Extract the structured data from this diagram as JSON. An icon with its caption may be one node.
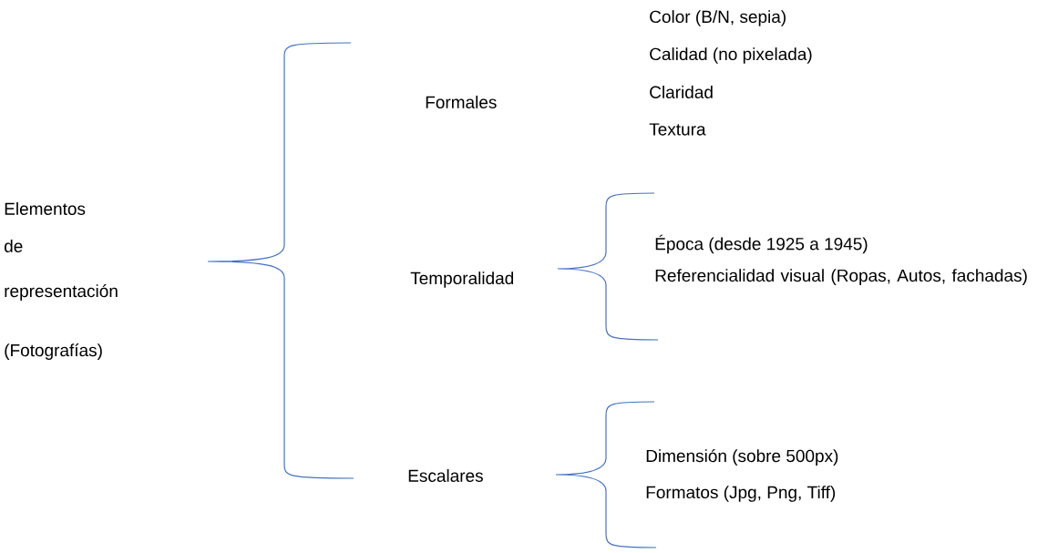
{
  "diagram": {
    "labels": [
      "Color (B/N, sepia)",
      "Calidad (no pixelada)",
      "Claridad",
      "Textura",
      "Formales",
      "Elementos",
      "de",
      "representación",
      "(Fotografías)",
      "Temporalidad",
      "Época (desde 1925 a 1945)",
      "Referencialidad visual (Ropas, Autos, fachadas)",
      "Escalares",
      "Dimensión (sobre 500px)",
      "Formatos (Jpg, Png, Tiff)"
    ]
  }
}
